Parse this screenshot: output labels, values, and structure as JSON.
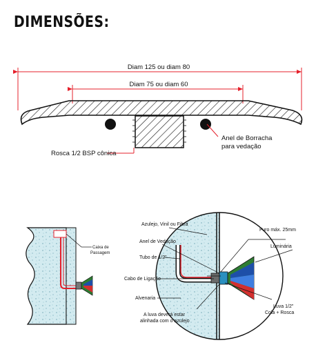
{
  "title": "DIMENSÕES:",
  "top_view": {
    "diam_outer": "Diam 125 ou diam 80",
    "diam_inner": "Diam 75 ou diam 60",
    "seal": [
      "Anel de Borracha",
      "para vedação"
    ],
    "thread": "Rosca 1/2 BSP cônica"
  },
  "left_view": {
    "box": [
      "Caixa de",
      "Passagem"
    ]
  },
  "detail": {
    "tile": "Azulejo, Vinil ou Fibra",
    "hole": "Furo máx. 25mm",
    "seal": "Anel de Vedação",
    "light": "Luminária",
    "tube": "Tubo de 1/2\"",
    "cable": "Cabo de Ligação",
    "masonry": "Alvenaria",
    "sleeve": [
      "Luva 1/2\"",
      "Cola + Rosca"
    ],
    "align": [
      "A luva deverá estar",
      "alinhada com o azulejo"
    ]
  },
  "colors": {
    "accent": "#e5202b",
    "line": "#111111",
    "concrete": "#cfe8ee"
  }
}
